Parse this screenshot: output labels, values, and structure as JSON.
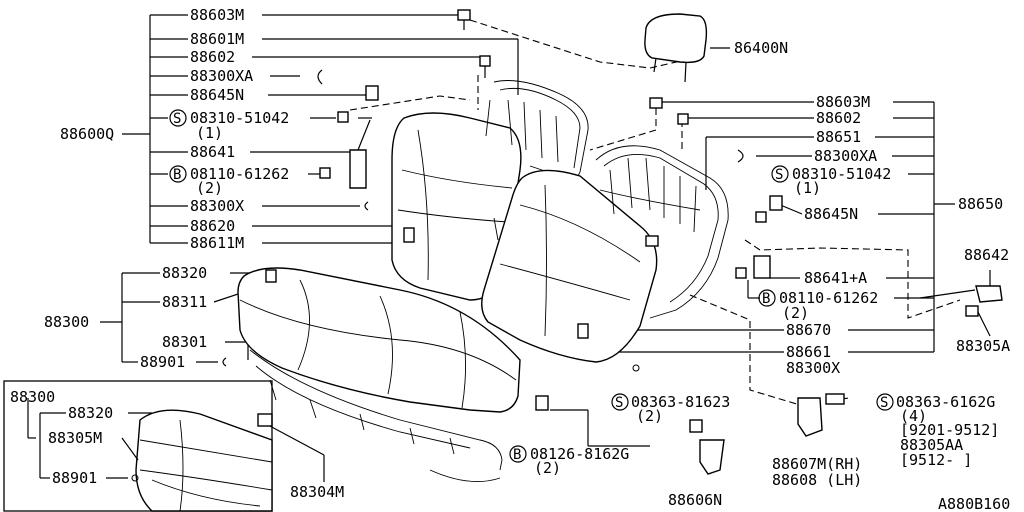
{
  "labels": {
    "l88603M_top": "88603M",
    "l88601M": "88601M",
    "l88602_top": "88602",
    "l88300XA_top": "88300XA",
    "l88645N_top": "88645N",
    "l08310_top": "08310-51042",
    "l08310_top_qty": "(1)",
    "l88641": "88641",
    "l08110_top": "08110-61262",
    "l08110_top_qty": "(2)",
    "l88300X_left": "88300X",
    "l88620": "88620",
    "l88611M": "88611M",
    "l88600Q": "88600Q",
    "l86400N": "86400N",
    "l88603M_r": "88603M",
    "l88602_r": "88602",
    "l88651": "88651",
    "l88300XA_r": "88300XA",
    "l08310_r": "08310-51042",
    "l08310_r_qty": "(1)",
    "l88645N_r": "88645N",
    "l88650": "88650",
    "l88642": "88642",
    "l88641A": "88641+A",
    "l08110_r": "08110-61262",
    "l08110_r_qty": "(2)",
    "l88305A": "88305A",
    "l88670": "88670",
    "l88661": "88661",
    "l88300X_r": "88300X",
    "l88320": "88320",
    "l88311": "88311",
    "l88300": "88300",
    "l88301": "88301",
    "l88901": "88901",
    "l08363_816": "08363-81623",
    "l08363_816_qty": "(2)",
    "l08363_616": "08363-6162G",
    "l08363_616_qty": "(4)",
    "l_range1": "[9201-9512]",
    "l88305AA": "88305AA",
    "l_range2": "[9512-    ]",
    "l08126": "08126-8162G",
    "l08126_qty": "(2)",
    "l88304M": "88304M",
    "l88607M": "88607M(RH)",
    "l88608": "88608 (LH)",
    "l88606N": "88606N",
    "inset_88300": "88300",
    "inset_88320": "88320",
    "inset_88305M": "88305M",
    "inset_88901": "88901",
    "diagram_id": "A880B160",
    "symbol_s": "S",
    "symbol_b": "B"
  }
}
